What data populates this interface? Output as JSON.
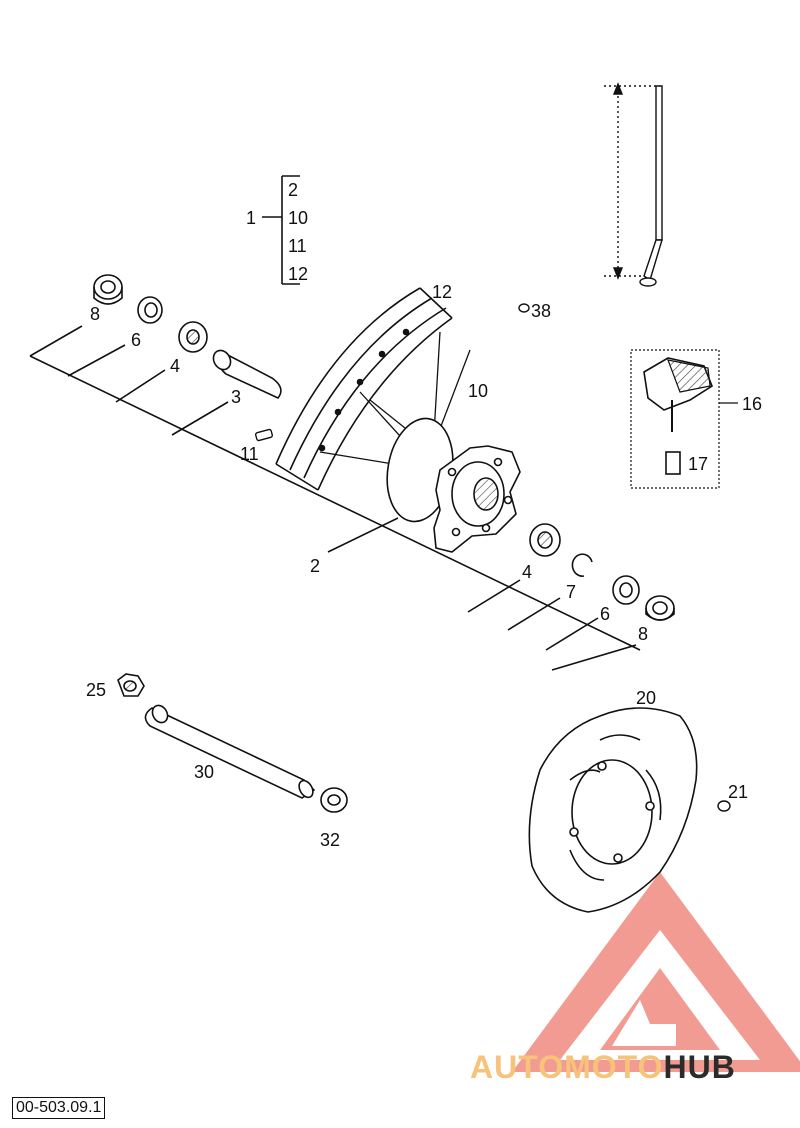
{
  "diagram": {
    "assembly": {
      "label": "1",
      "components": [
        "2",
        "10",
        "11",
        "12"
      ]
    },
    "callouts": [
      {
        "id": "c8a",
        "text": "8"
      },
      {
        "id": "c6a",
        "text": "6"
      },
      {
        "id": "c4a",
        "text": "4"
      },
      {
        "id": "c3",
        "text": "3"
      },
      {
        "id": "c11",
        "text": "11"
      },
      {
        "id": "c12",
        "text": "12"
      },
      {
        "id": "c38",
        "text": "38"
      },
      {
        "id": "c10",
        "text": "10"
      },
      {
        "id": "c16",
        "text": "16"
      },
      {
        "id": "c17",
        "text": "17"
      },
      {
        "id": "c2",
        "text": "2"
      },
      {
        "id": "c4b",
        "text": "4"
      },
      {
        "id": "c7",
        "text": "7"
      },
      {
        "id": "c6b",
        "text": "6"
      },
      {
        "id": "c8b",
        "text": "8"
      },
      {
        "id": "c25",
        "text": "25"
      },
      {
        "id": "c30",
        "text": "30"
      },
      {
        "id": "c32",
        "text": "32"
      },
      {
        "id": "c20",
        "text": "20"
      },
      {
        "id": "c21",
        "text": "21"
      }
    ],
    "drawing_code": "00-503.09.1"
  },
  "watermark": {
    "text_part1": "AUTOMOTO",
    "text_part2": "HUB",
    "color_primary": "#f08a80",
    "color_secondary": "#f7c27a",
    "color_dark": "#2b2b2b"
  }
}
